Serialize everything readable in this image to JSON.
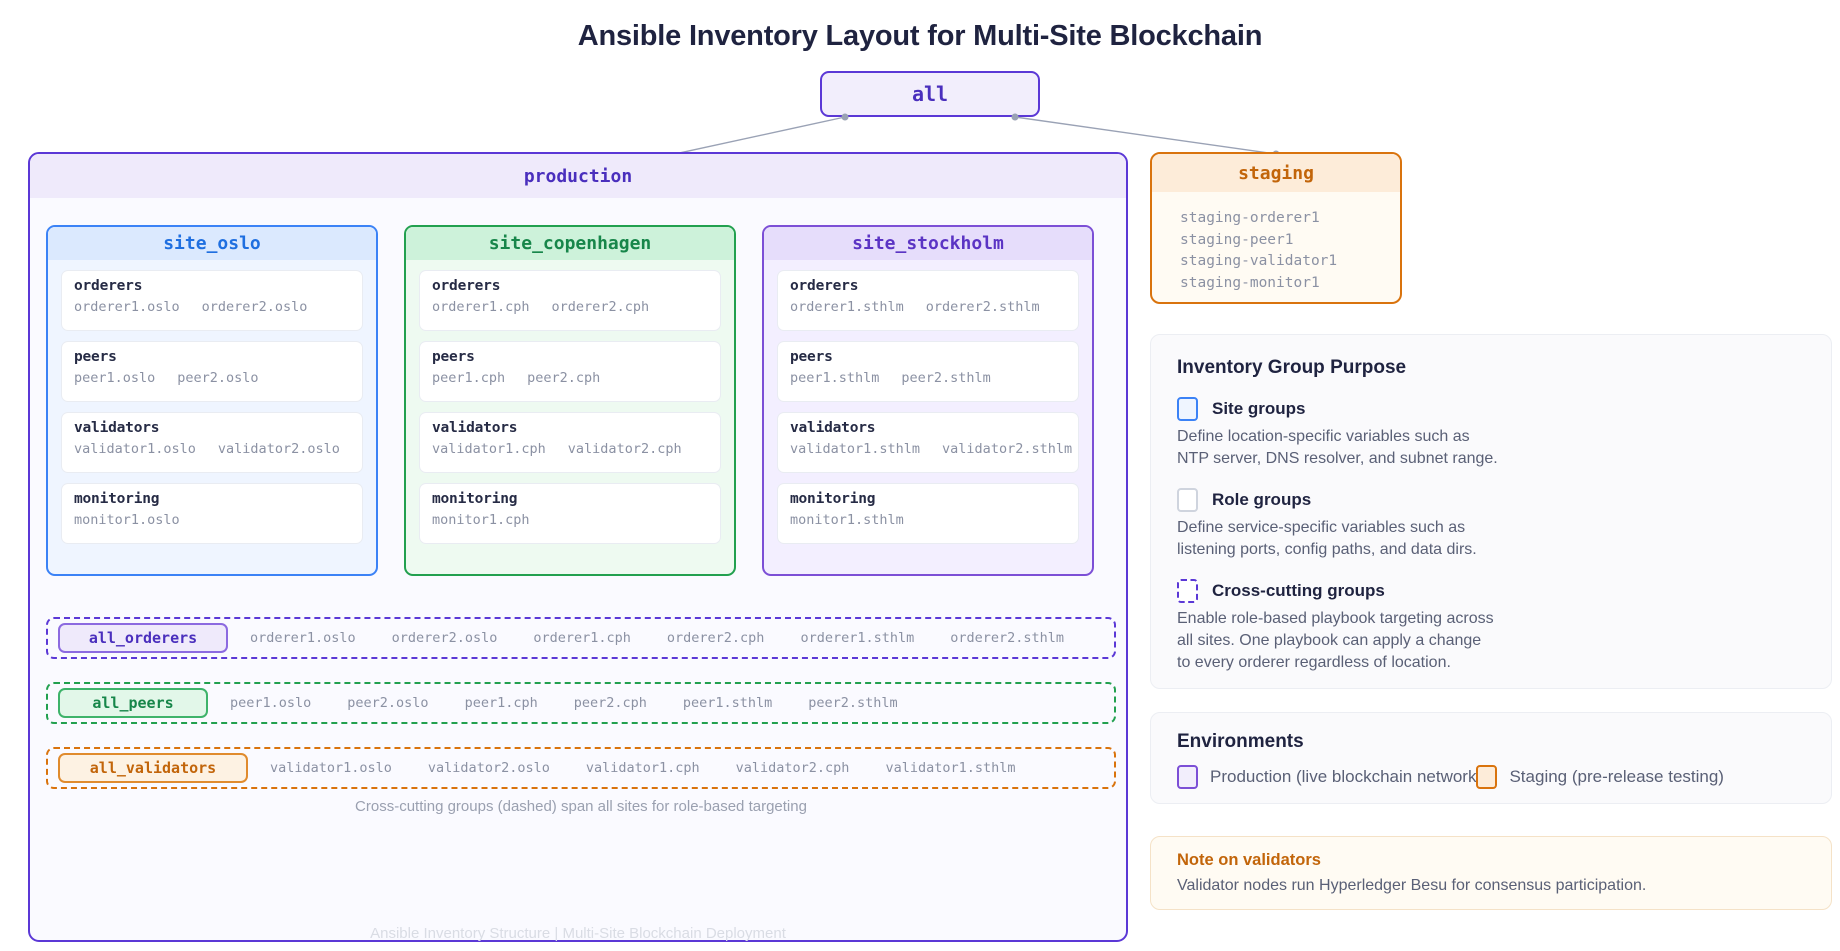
{
  "title": "Ansible Inventory Layout for Multi-Site Blockchain",
  "root": {
    "label": "all"
  },
  "production": {
    "label": "production",
    "sites": [
      {
        "name": "site_oslo",
        "roles": [
          {
            "name": "orderers",
            "hosts": [
              "orderer1.oslo",
              "orderer2.oslo"
            ]
          },
          {
            "name": "peers",
            "hosts": [
              "peer1.oslo",
              "peer2.oslo"
            ]
          },
          {
            "name": "validators",
            "hosts": [
              "validator1.oslo",
              "validator2.oslo"
            ]
          },
          {
            "name": "monitoring",
            "hosts": [
              "monitor1.oslo"
            ]
          }
        ]
      },
      {
        "name": "site_copenhagen",
        "roles": [
          {
            "name": "orderers",
            "hosts": [
              "orderer1.cph",
              "orderer2.cph"
            ]
          },
          {
            "name": "peers",
            "hosts": [
              "peer1.cph",
              "peer2.cph"
            ]
          },
          {
            "name": "validators",
            "hosts": [
              "validator1.cph",
              "validator2.cph"
            ]
          },
          {
            "name": "monitoring",
            "hosts": [
              "monitor1.cph"
            ]
          }
        ]
      },
      {
        "name": "site_stockholm",
        "roles": [
          {
            "name": "orderers",
            "hosts": [
              "orderer1.sthlm",
              "orderer2.sthlm"
            ]
          },
          {
            "name": "peers",
            "hosts": [
              "peer1.sthlm",
              "peer2.sthlm"
            ]
          },
          {
            "name": "validators",
            "hosts": [
              "validator1.sthlm",
              "validator2.sthlm"
            ]
          },
          {
            "name": "monitoring",
            "hosts": [
              "monitor1.sthlm"
            ]
          }
        ]
      }
    ],
    "cross_cutting": [
      {
        "label": "all_orderers",
        "hosts": [
          "orderer1.oslo",
          "orderer2.oslo",
          "orderer1.cph",
          "orderer2.cph",
          "orderer1.sthlm",
          "orderer2.sthlm"
        ]
      },
      {
        "label": "all_peers",
        "hosts": [
          "peer1.oslo",
          "peer2.oslo",
          "peer1.cph",
          "peer2.cph",
          "peer1.sthlm",
          "peer2.sthlm"
        ]
      },
      {
        "label": "all_validators",
        "hosts": [
          "validator1.oslo",
          "validator2.oslo",
          "validator1.cph",
          "validator2.cph",
          "validator1.sthlm"
        ]
      }
    ],
    "caption": "Cross-cutting groups (dashed) span all sites for role-based targeting"
  },
  "staging": {
    "label": "staging",
    "hosts": [
      "staging-orderer1",
      "staging-peer1",
      "staging-validator1",
      "staging-monitor1"
    ]
  },
  "purpose_panel": {
    "title": "Inventory Group Purpose",
    "items": [
      {
        "label": "Site groups",
        "desc_line1": "Define location-specific variables such as",
        "desc_line2": "NTP server, DNS resolver, and subnet range.",
        "desc_line3": ""
      },
      {
        "label": "Role groups",
        "desc_line1": "Define service-specific variables such as",
        "desc_line2": "listening ports, config paths, and data dirs.",
        "desc_line3": ""
      },
      {
        "label": "Cross-cutting groups",
        "desc_line1": "Enable role-based playbook targeting across",
        "desc_line2": "all sites. One playbook can apply a change",
        "desc_line3": "to every orderer regardless of location."
      }
    ]
  },
  "environments_panel": {
    "title": "Environments",
    "production_label": "Production (live blockchain network",
    "staging_label": "Staging (pre-release testing)"
  },
  "note_panel": {
    "title": "Note on validators",
    "body": "Validator nodes run Hyperledger Besu for consensus participation."
  },
  "footer": "Ansible Inventory Structure | Multi-Site Blockchain Deployment",
  "colors": {
    "root": "#5b38d6",
    "production": "#5b38d6",
    "staging": "#d9730d",
    "site_oslo": "#3b82f6",
    "site_copenhagen": "#22a04f",
    "site_stockholm": "#7c4fd6"
  }
}
